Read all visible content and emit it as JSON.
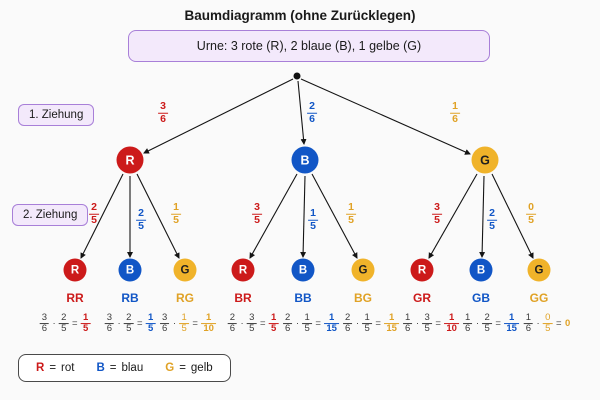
{
  "title": "Baumdiagramm (ohne Zurücklegen)",
  "urn": {
    "label": "Urne: 3 rote (R), 2 blaue (B), 1 gelbe (G)"
  },
  "stages": {
    "first": "1. Ziehung",
    "second": "2. Ziehung"
  },
  "colors": {
    "red": "#cc1a1a",
    "blue": "#1156c6",
    "gold": "#e0a226",
    "gold_fill": "#f0b32a",
    "dark": "#1f1f1f",
    "white": "#ffffff",
    "purple_fill": "#f3e9fb",
    "purple_border": "#a87fd8"
  },
  "symbols": {
    "times": "·",
    "equals": "="
  },
  "level1": [
    {
      "letter": "R",
      "prob_num": "3",
      "prob_den": "6"
    },
    {
      "letter": "B",
      "prob_num": "2",
      "prob_den": "6"
    },
    {
      "letter": "G",
      "prob_num": "1",
      "prob_den": "6"
    }
  ],
  "level2": [
    {
      "parent": "R",
      "branches": [
        {
          "letter": "R",
          "num": "2",
          "den": "5"
        },
        {
          "letter": "B",
          "num": "2",
          "den": "5"
        },
        {
          "letter": "G",
          "num": "1",
          "den": "5"
        }
      ]
    },
    {
      "parent": "B",
      "branches": [
        {
          "letter": "R",
          "num": "3",
          "den": "5"
        },
        {
          "letter": "B",
          "num": "1",
          "den": "5"
        },
        {
          "letter": "G",
          "num": "1",
          "den": "5"
        }
      ]
    },
    {
      "parent": "G",
      "branches": [
        {
          "letter": "R",
          "num": "3",
          "den": "5"
        },
        {
          "letter": "B",
          "num": "2",
          "den": "5"
        },
        {
          "letter": "G",
          "num": "0",
          "den": "5"
        }
      ]
    }
  ],
  "outcomes": [
    {
      "label": "RR",
      "eq": {
        "a_num": "3",
        "a_den": "6",
        "b_num": "2",
        "b_den": "5",
        "r_num": "1",
        "r_den": "5"
      }
    },
    {
      "label": "RB",
      "eq": {
        "a_num": "3",
        "a_den": "6",
        "b_num": "2",
        "b_den": "5",
        "r_num": "1",
        "r_den": "5"
      }
    },
    {
      "label": "RG",
      "eq": {
        "a_num": "3",
        "a_den": "6",
        "b_num": "1",
        "b_den": "5",
        "r_num": "1",
        "r_den": "10"
      }
    },
    {
      "label": "BR",
      "eq": {
        "a_num": "2",
        "a_den": "6",
        "b_num": "3",
        "b_den": "5",
        "r_num": "1",
        "r_den": "5"
      }
    },
    {
      "label": "BB",
      "eq": {
        "a_num": "2",
        "a_den": "6",
        "b_num": "1",
        "b_den": "5",
        "r_num": "1",
        "r_den": "15"
      }
    },
    {
      "label": "BG",
      "eq": {
        "a_num": "2",
        "a_den": "6",
        "b_num": "1",
        "b_den": "5",
        "r_num": "1",
        "r_den": "15"
      }
    },
    {
      "label": "GR",
      "eq": {
        "a_num": "1",
        "a_den": "6",
        "b_num": "3",
        "b_den": "5",
        "r_num": "1",
        "r_den": "10"
      }
    },
    {
      "label": "GB",
      "eq": {
        "a_num": "1",
        "a_den": "6",
        "b_num": "2",
        "b_den": "5",
        "r_num": "1",
        "r_den": "15"
      }
    },
    {
      "label": "GG",
      "eq": {
        "a_num": "1",
        "a_den": "6",
        "b_num": "0",
        "b_den": "5",
        "r_plain": "0"
      }
    }
  ],
  "legend": [
    {
      "letter": "R",
      "sep": "=",
      "word": "rot"
    },
    {
      "letter": "B",
      "sep": "=",
      "word": "blau"
    },
    {
      "letter": "G",
      "sep": "=",
      "word": "gelb"
    }
  ]
}
